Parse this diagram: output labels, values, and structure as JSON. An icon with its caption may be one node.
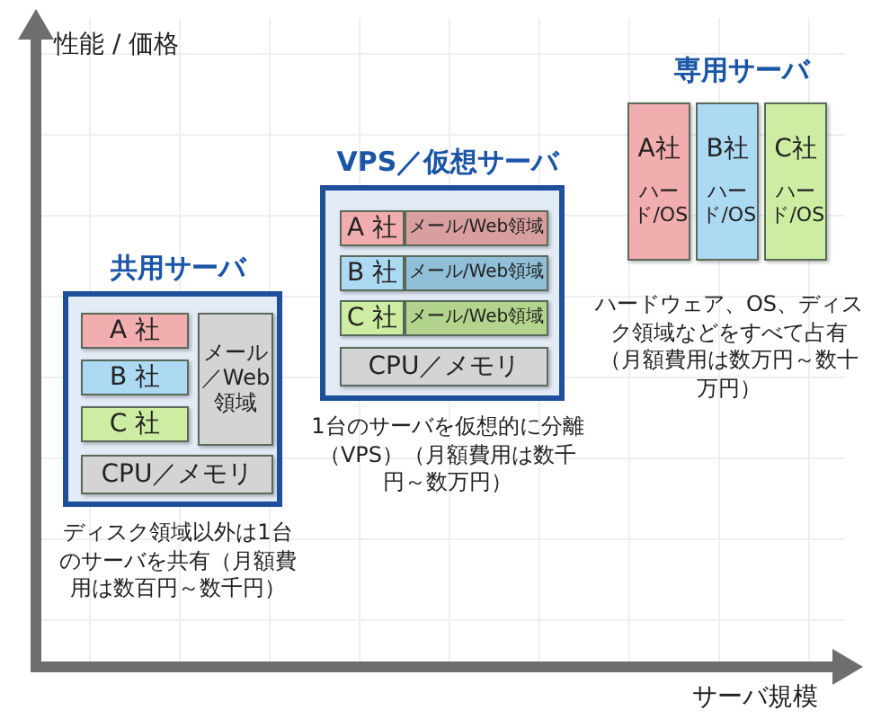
{
  "diagram": {
    "nodes": [
      {
        "text": [
          "共用サーバ"
        ],
        "beside": [
          "ディスク領域以外は1台のサーバを共有（月額費用は数百円～数千円）"
        ]
      },
      {
        "text": [
          "A 社"
        ],
        "in": 0
      },
      {
        "text": [
          "B 社"
        ],
        "in": 0
      },
      {
        "text": [
          "C 社"
        ],
        "in": 0
      },
      {
        "text": [
          "メール／Web領域"
        ],
        "in": 0
      },
      {
        "text": [
          "CPU／メモリ"
        ],
        "in": 0
      },
      {
        "text": [
          "VPS／仮想サーバ"
        ],
        "beside": [
          "1台のサーバを仮想的に分離（VPS）（月額費用は数千円～数万円）"
        ]
      },
      {
        "text": [
          "A 社"
        ],
        "in": 6
      },
      {
        "text": [
          "メール/Web領域"
        ],
        "in": 6
      },
      {
        "text": [
          "B 社"
        ],
        "in": 6
      },
      {
        "text": [
          "メール/Web領域"
        ],
        "in": 6
      },
      {
        "text": [
          "C 社"
        ],
        "in": 6
      },
      {
        "text": [
          "メール/Web領域"
        ],
        "in": 6
      },
      {
        "text": [
          "CPU／メモリ"
        ],
        "in": 6
      },
      {
        "text": [
          "A社",
          "ハード/OS"
        ]
      },
      {
        "text": [
          "B社",
          "ハード/OS"
        ]
      },
      {
        "text": [
          "C社",
          "ハード/OS"
        ]
      }
    ],
    "labels": [
      "性能 / 価格",
      "専用サーバ",
      "ハードウェア、OS、ディスク領域などをすべて占有（月額費用は数万円～数十万円）",
      "サーバ規模"
    ]
  }
}
